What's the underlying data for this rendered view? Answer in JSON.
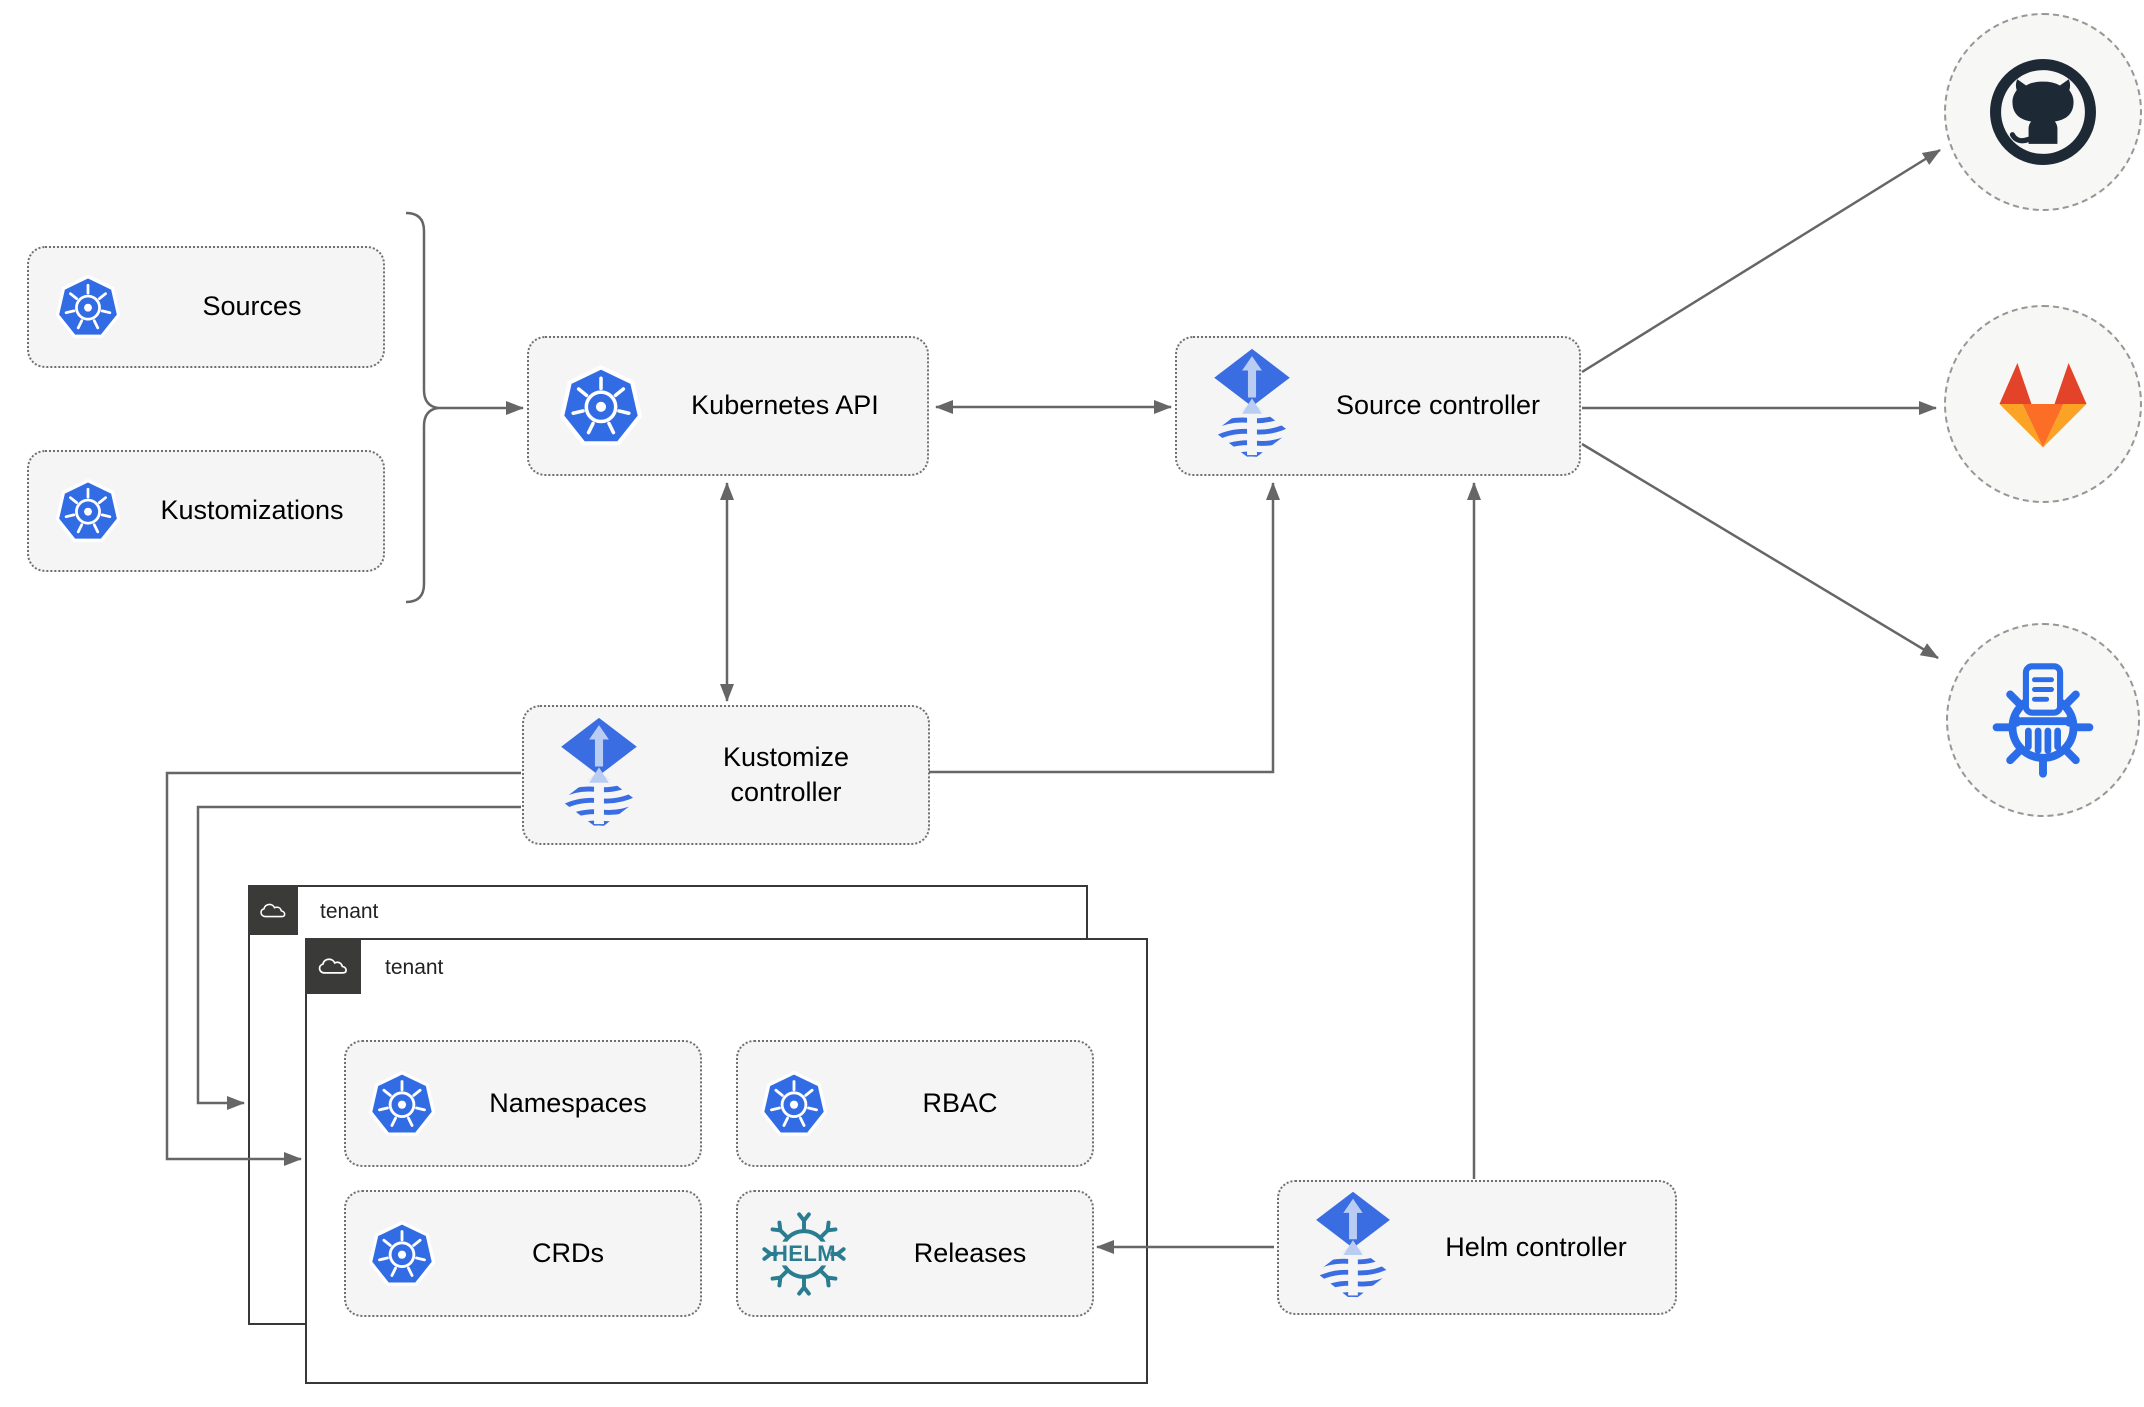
{
  "diagram": {
    "nodes": {
      "sources": {
        "label": "Sources",
        "icon": "kubernetes-icon"
      },
      "kustomizations": {
        "label": "Kustomizations",
        "icon": "kubernetes-icon"
      },
      "kubernetes_api": {
        "label": "Kubernetes API",
        "icon": "kubernetes-icon"
      },
      "source_controller": {
        "label": "Source controller",
        "icon": "flux-icon"
      },
      "kustomize_controller": {
        "label": "Kustomize controller",
        "icon": "flux-icon"
      },
      "helm_controller": {
        "label": "Helm controller",
        "icon": "flux-icon"
      },
      "namespaces": {
        "label": "Namespaces",
        "icon": "kubernetes-icon"
      },
      "rbac": {
        "label": "RBAC",
        "icon": "kubernetes-icon"
      },
      "crds": {
        "label": "CRDs",
        "icon": "kubernetes-icon"
      },
      "releases": {
        "label": "Releases",
        "icon": "helm-icon"
      }
    },
    "tenants": {
      "outer": {
        "label": "tenant",
        "icon": "cloud-icon"
      },
      "inner": {
        "label": "tenant",
        "icon": "cloud-icon"
      }
    },
    "endpoints": {
      "github": {
        "icon": "github-icon"
      },
      "gitlab": {
        "icon": "gitlab-icon"
      },
      "helm_repository": {
        "icon": "helm-repository-icon"
      }
    },
    "edges": [
      {
        "from": "sources+kustomizations",
        "to": "kubernetes_api",
        "type": "arrow"
      },
      {
        "from": "kubernetes_api",
        "to": "source_controller",
        "type": "bidirectional"
      },
      {
        "from": "kubernetes_api",
        "to": "kustomize_controller",
        "type": "bidirectional"
      },
      {
        "from": "kustomize_controller",
        "to": "source_controller",
        "type": "arrow"
      },
      {
        "from": "helm_controller",
        "to": "source_controller",
        "type": "arrow"
      },
      {
        "from": "helm_controller",
        "to": "releases",
        "type": "arrow"
      },
      {
        "from": "kustomize_controller",
        "to": "tenant_outer",
        "type": "arrow"
      },
      {
        "from": "kustomize_controller",
        "to": "tenant_inner",
        "type": "arrow"
      },
      {
        "from": "source_controller",
        "to": "github",
        "type": "arrow"
      },
      {
        "from": "source_controller",
        "to": "gitlab",
        "type": "arrow"
      },
      {
        "from": "source_controller",
        "to": "helm_repository",
        "type": "arrow"
      }
    ],
    "colors": {
      "kubernetes_blue": "#326ce5",
      "flux_blue": "#3a6de2",
      "flux_light_blue": "#b9cdf3",
      "helm_teal": "#2a7d91",
      "github_dark": "#1d2935",
      "gitlab_red_orange": "#e24329",
      "gitlab_orange": "#fc6d26",
      "gitlab_amber": "#fca326",
      "repository_blue": "#2b6de8",
      "arrow_gray": "#666666",
      "node_fill": "#f5f5f5",
      "tenant_tab_dark": "#3a3a38"
    }
  }
}
